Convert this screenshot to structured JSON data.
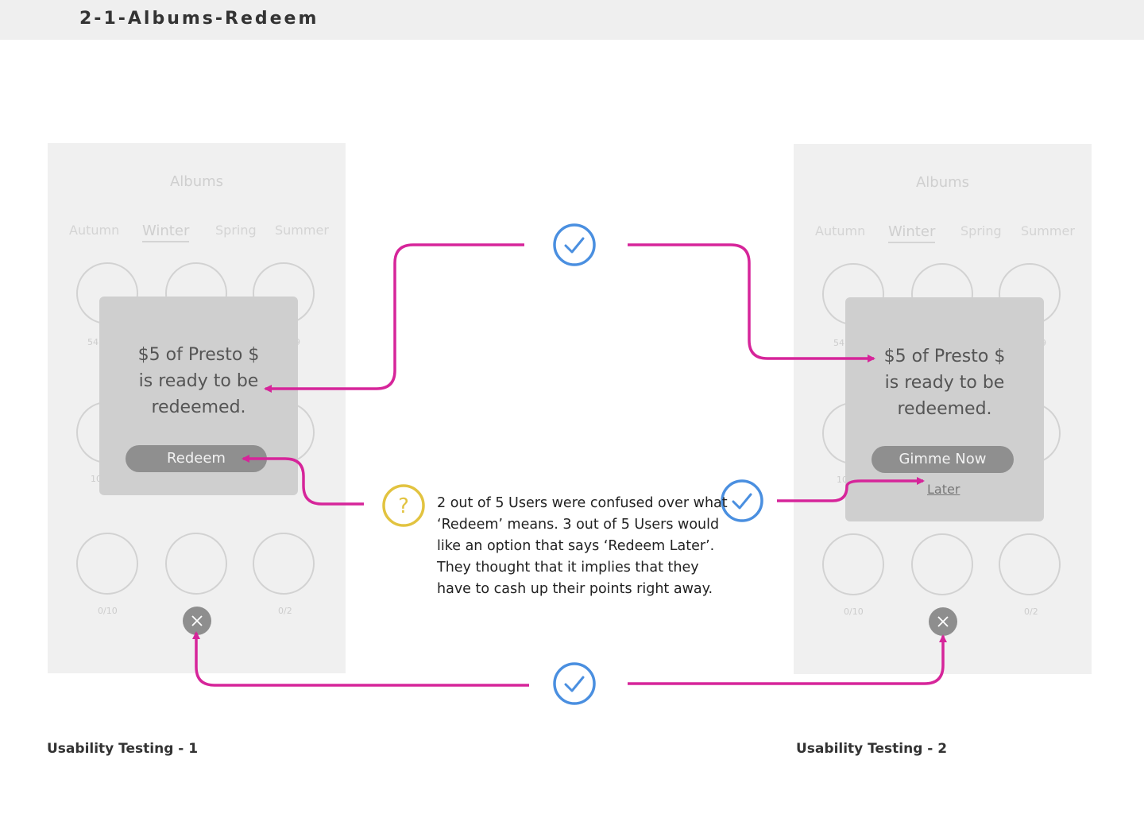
{
  "page_title": "2-1-Albums-Redeem",
  "screens": [
    {
      "title": "Albums",
      "seasons": [
        "Autumn",
        "Winter",
        "Spring",
        "Summer"
      ],
      "active_season": "Winter",
      "counts": [
        "54",
        "9",
        "10",
        "0/10",
        "0/2"
      ],
      "modal": {
        "message": [
          "$5 of Presto $",
          "is ready to be",
          "redeemed."
        ],
        "primary_button": "Redeem"
      },
      "caption": "Usability Testing - 1"
    },
    {
      "title": "Albums",
      "seasons": [
        "Autumn",
        "Winter",
        "Spring",
        "Summer"
      ],
      "active_season": "Winter",
      "counts": [
        "54",
        "9",
        "10",
        "0/10",
        "0/2"
      ],
      "modal": {
        "message": [
          "$5 of Presto $",
          "is ready to be",
          "redeemed."
        ],
        "primary_button": "Gimme Now",
        "secondary_link": "Later"
      },
      "caption": "Usability Testing - 2"
    }
  ],
  "feedback_note": "2 out of 5 Users were confused over what ‘Redeem’ means. 3 out of 5 Users would like an option that says ‘Redeem Later’. They thought that it implies that they have to cash up their points right away.",
  "colors": {
    "arrow": "#d6259a",
    "check": "#4a8fe0",
    "question": "#e2c340",
    "screen_bg": "#f0f0f0",
    "modal_bg": "#cfcfcf",
    "button_bg": "#8f8f8f"
  }
}
